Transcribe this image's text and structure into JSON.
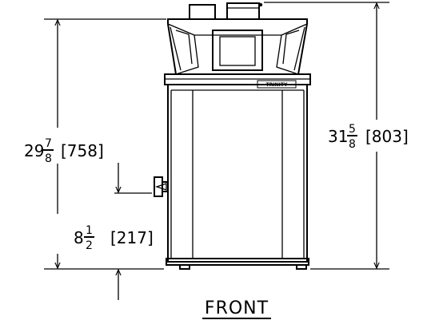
{
  "view_label": "FRONT",
  "brand_label": "TRINITY",
  "dimensions": {
    "overall_height": {
      "whole": "31",
      "numerator": "5",
      "denominator": "8",
      "metric": "[803]"
    },
    "body_height": {
      "whole": "29",
      "numerator": "7",
      "denominator": "8",
      "metric": "[758]"
    },
    "connection_height": {
      "whole": "8",
      "numerator": "1",
      "denominator": "2",
      "metric": "[217]"
    }
  }
}
